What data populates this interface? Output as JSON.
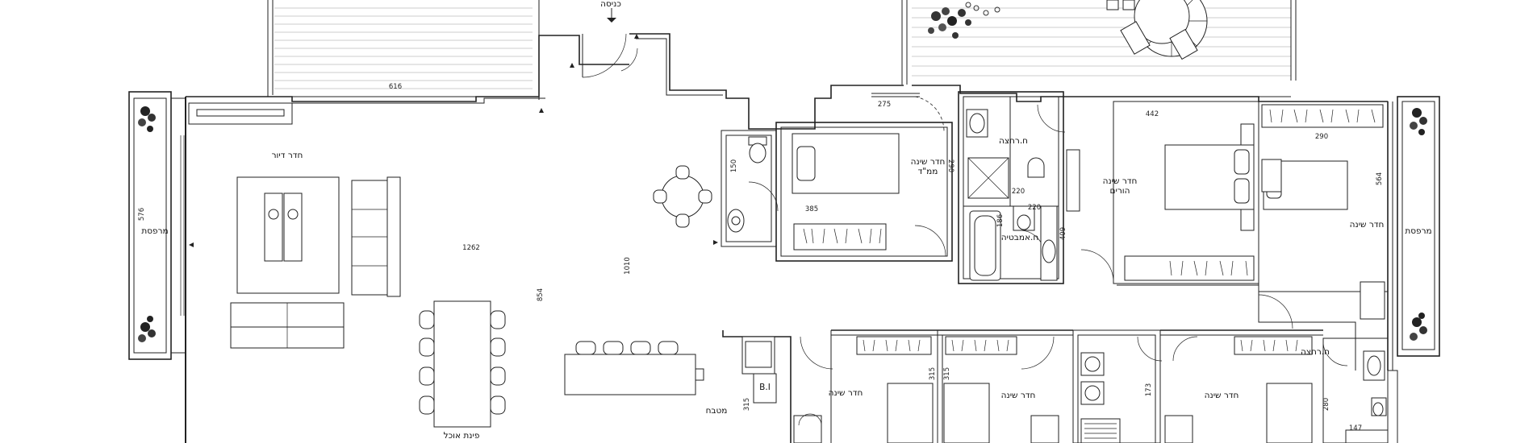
{
  "rooms": {
    "entrance": "כניסה",
    "living": "חדר דיור",
    "balcony_left": "מרפסת",
    "balcony_right": "מרפסת",
    "dining": "פינת אוכל",
    "kitchen": "מטבח",
    "safe_room_line1": "חדר שינה",
    "safe_room_line2": "ממ\"ד",
    "shower1": "ח.רחצה",
    "bath": "ח.אמבטיה",
    "master_line1": "חדר שינה",
    "master_line2": "הורים",
    "bedroom_right": "חדר שינה",
    "bedroom_b1": "חדר שינה",
    "bedroom_b2": "חדר שינה",
    "bedroom_b3": "חדר שינה",
    "shower2": "ח.רחצה",
    "builtin": "B.I"
  },
  "dims": {
    "d616": "616",
    "d275": "275",
    "d442": "442",
    "d290a": "290",
    "d290b": "290",
    "d150": "150",
    "d385": "385",
    "d576": "576",
    "d1262": "1262",
    "d1010": "1010",
    "d854": "854",
    "d220a": "220",
    "d220b": "220",
    "d186": "186",
    "d409": "409",
    "d564": "564",
    "d315a": "315",
    "d315b": "315",
    "d315c": "315",
    "d173": "173",
    "d280": "280",
    "d147": "147"
  }
}
